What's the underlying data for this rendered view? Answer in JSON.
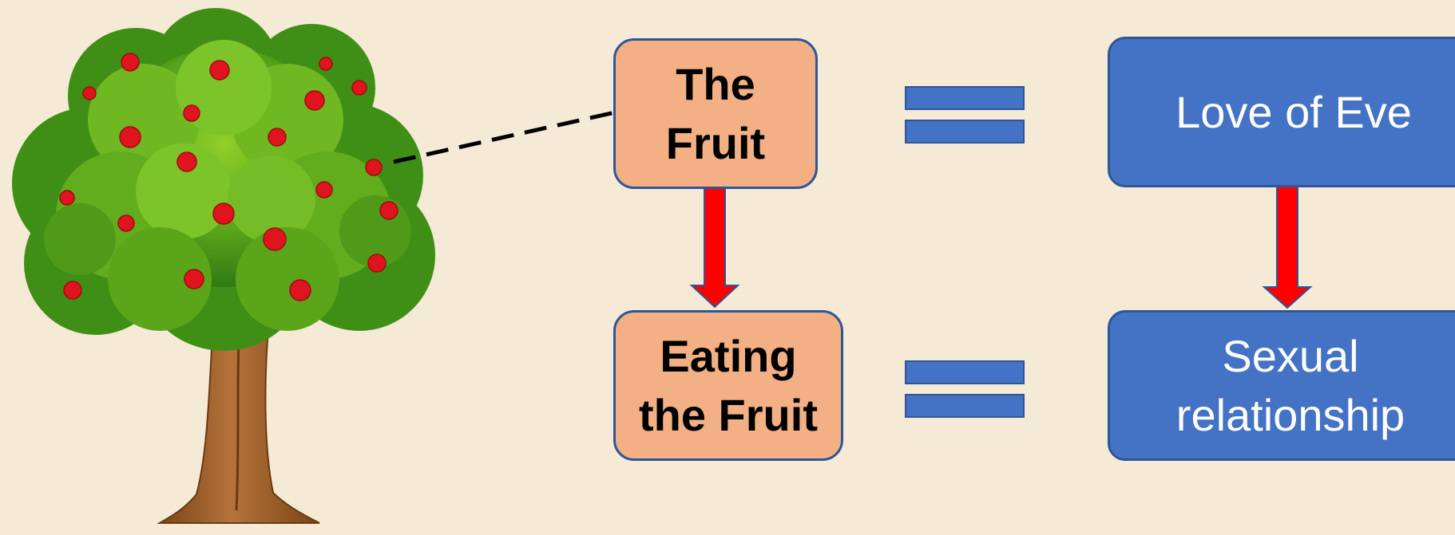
{
  "diagram": {
    "nodes": {
      "the_fruit": {
        "line1": "The",
        "line2": "Fruit"
      },
      "eating_the_fruit": {
        "line1": "Eating",
        "line2": "the Fruit"
      },
      "love_of_eve": {
        "text": "Love of Eve"
      },
      "sexual_relationship": {
        "line1": "Sexual",
        "line2": "relationship"
      }
    },
    "edges": [
      {
        "from": "the_fruit",
        "to": "eating_the_fruit",
        "kind": "arrow"
      },
      {
        "from": "love_of_eve",
        "to": "sexual_relationship",
        "kind": "arrow"
      },
      {
        "from": "tree",
        "to": "the_fruit",
        "kind": "dashed-line"
      }
    ],
    "relations": [
      {
        "left": "the_fruit",
        "right": "love_of_eve",
        "symbol": "equals"
      },
      {
        "left": "eating_the_fruit",
        "right": "sexual_relationship",
        "symbol": "equals"
      }
    ],
    "images": [
      {
        "name": "apple-tree",
        "description_icon": "tree-with-red-apples"
      }
    ]
  },
  "colors": {
    "background": "#f4ead5",
    "peach_box": "#f2b084",
    "blue_box": "#4472c4",
    "box_border": "#2f5597",
    "arrow_fill": "#ff0000",
    "equals_fill": "#4472c4",
    "foliage": "#5aa51a",
    "apple": "#e0141e",
    "trunk": "#a0602b"
  }
}
